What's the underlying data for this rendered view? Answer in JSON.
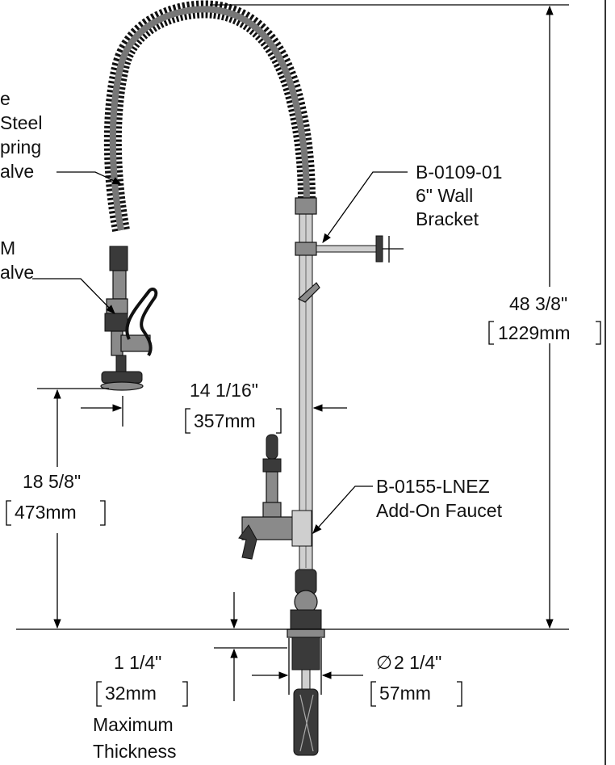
{
  "labels": {
    "hose_l1": "e",
    "hose_l2": "Steel",
    "hose_l3": "pring",
    "hose_l4": "alve",
    "spray_l1": "M",
    "spray_l2": "alve",
    "bracket_code": "B-0109-01",
    "bracket_l2": "6\" Wall",
    "bracket_l3": "Bracket",
    "faucet_code": "B-0155-LNEZ",
    "faucet_l2": "Add-On Faucet"
  },
  "dimensions": {
    "overall_height_in": "48 3/8\"",
    "overall_height_mm": "1229mm",
    "reach_in": "14 1/16\"",
    "reach_mm": "357mm",
    "spray_height_in": "18 5/8\"",
    "spray_height_mm": "473mm",
    "thickness_in": "1 1/4\"",
    "thickness_mm": "32mm",
    "thickness_l1": "Maximum",
    "thickness_l2": "Thickness",
    "hole_in": "2 1/4\"",
    "hole_mm": "57mm",
    "diameter_symbol": "∅"
  }
}
